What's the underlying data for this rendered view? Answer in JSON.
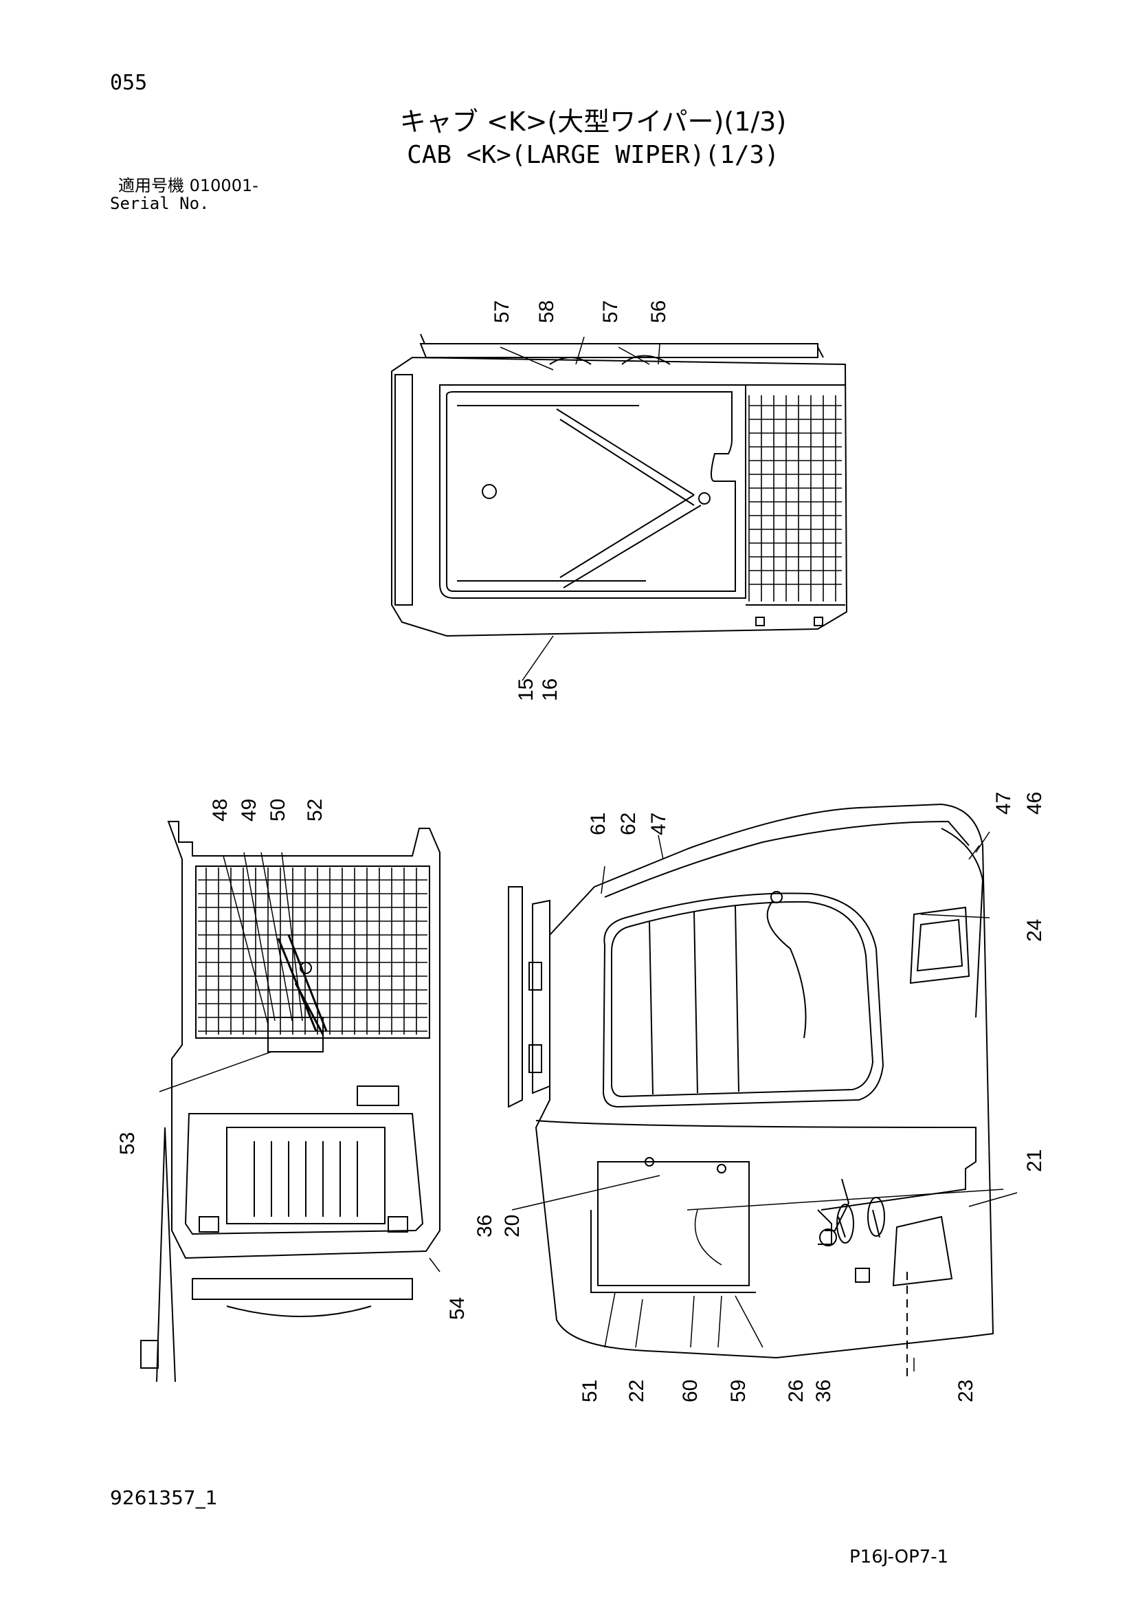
{
  "header": {
    "page_number": "055",
    "title_jp": "キャブ <K>(大型ワイパー)(1/3)",
    "title_en": "CAB <K>(LARGE WIPER)(1/3)",
    "serial_label_jp": "適用号機  010001-",
    "serial_label_en": "Serial No."
  },
  "callouts": {
    "top_view": [
      "57",
      "58",
      "57",
      "56",
      "15",
      "16"
    ],
    "front_view": [
      "48",
      "49",
      "50",
      "52",
      "53",
      "54"
    ],
    "side_view": [
      "61",
      "62",
      "47",
      "47",
      "46",
      "24",
      "21",
      "36",
      "20",
      "51",
      "22",
      "60",
      "59",
      "26",
      "36",
      "23"
    ]
  },
  "footer": {
    "document_id": "9261357_1",
    "page_code": "P16J-OP7-1"
  }
}
